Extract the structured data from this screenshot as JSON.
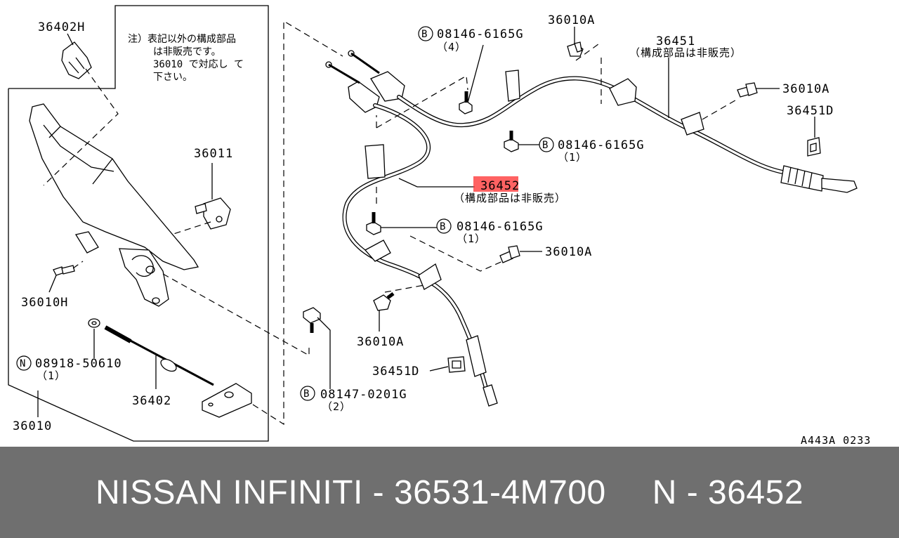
{
  "diagram": {
    "note_lines": [
      "注）表記以外の構成部品",
      "は非販売です。",
      "36010 で対応し て",
      "下さい。"
    ],
    "ref_code": "A443A 0233",
    "highlight_color": "#ff3b3b",
    "labels": {
      "p36402H": "36402H",
      "p36011": "36011",
      "p36010H": "36010H",
      "p08918": "08918-50610",
      "p08918_qty": "（1）",
      "p36402": "36402",
      "p36010": "36010",
      "p08147": "08147-0201G",
      "p08147_qty": "（2）",
      "p08146_a": "08146-6165G",
      "p08146_a_qty": "（4）",
      "p36010A_top": "36010A",
      "p36451": "36451",
      "p36451_sub": "（構成部品は非販売）",
      "p36010A_right": "36010A",
      "p36451D_right": "36451D",
      "p08146_b": "08146-6165G",
      "p08146_b_qty": "（1）",
      "p36452": "36452",
      "p36452_sub": "（構成部品は非販売）",
      "p08146_c": "08146-6165G",
      "p08146_c_qty": "（1）",
      "p36010A_mid": "36010A",
      "p36010A_low": "36010A",
      "p36451D_low": "36451D"
    },
    "symbols": {
      "bolt": "B",
      "nut": "N"
    }
  },
  "footer": {
    "title": "NISSAN INFINITI - 36531-4M700",
    "part": "N - 36452"
  }
}
